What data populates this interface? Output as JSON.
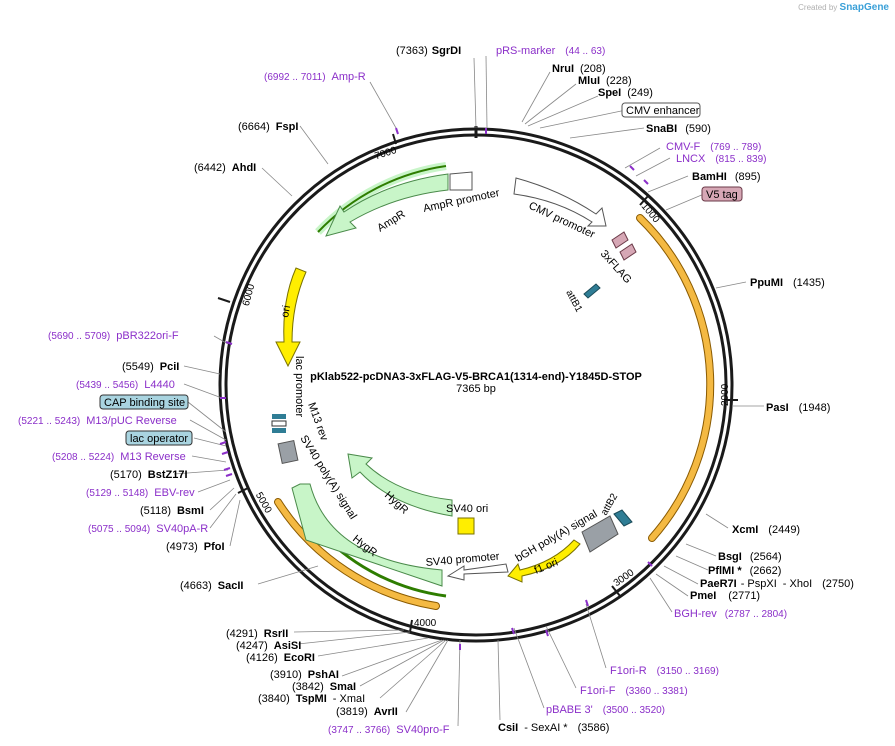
{
  "creator": {
    "prefix": "Created by",
    "brand": "SnapGene"
  },
  "plasmid": {
    "name": "pKlab522-pcDNA3-3xFLAG-V5-BRCA1(1314-end)-Y1845D-STOP",
    "length": "7365 bp"
  },
  "ring_ticks": [
    "1000",
    "2000",
    "3000",
    "4000",
    "5000",
    "6000",
    "7000"
  ],
  "enzymes": [
    {
      "name": "SgrDI",
      "pos": "(7363)"
    },
    {
      "name": "NruI",
      "pos": "(208)"
    },
    {
      "name": "MluI",
      "pos": "(228)"
    },
    {
      "name": "SpeI",
      "pos": "(249)"
    },
    {
      "name": "SnaBI",
      "pos": "(590)"
    },
    {
      "name": "BamHI",
      "pos": "(895)"
    },
    {
      "name": "PpuMI",
      "pos": "(1435)"
    },
    {
      "name": "PasI",
      "pos": "(1948)"
    },
    {
      "name": "XcmI",
      "pos": "(2449)"
    },
    {
      "name": "BsgI",
      "pos": "(2564)"
    },
    {
      "name": "PflMI *",
      "pos": "(2662)"
    },
    {
      "name": "PaeR7I",
      "sep1": "- PspXI",
      "sep2": "- XhoI",
      "pos": "(2750)"
    },
    {
      "name": "PmeI",
      "pos": "(2771)"
    },
    {
      "name": "CsiI",
      "sep1": "- SexAI *",
      "pos": "(3586)"
    },
    {
      "name": "AvrII",
      "pos": "(3819)"
    },
    {
      "name": "TspMI",
      "sep1": "- XmaI",
      "pos": "(3840)"
    },
    {
      "name": "SmaI",
      "pos": "(3842)"
    },
    {
      "name": "PshAI",
      "pos": "(3910)"
    },
    {
      "name": "EcoRI",
      "pos": "(4126)"
    },
    {
      "name": "AsiSI",
      "pos": "(4247)"
    },
    {
      "name": "RsrII",
      "pos": "(4291)"
    },
    {
      "name": "SacII",
      "pos": "(4663)"
    },
    {
      "name": "PfoI",
      "pos": "(4973)"
    },
    {
      "name": "BsmI",
      "pos": "(5118)"
    },
    {
      "name": "BstZ17I",
      "pos": "(5170)"
    },
    {
      "name": "PciI",
      "pos": "(5549)"
    },
    {
      "name": "AhdI",
      "pos": "(6442)"
    },
    {
      "name": "FspI",
      "pos": "(6664)"
    }
  ],
  "primers": [
    {
      "name": "pRS-marker",
      "range": "(44 .. 63)"
    },
    {
      "name": "CMV-F",
      "range": "(769 .. 789)"
    },
    {
      "name": "LNCX",
      "range": "(815 .. 839)"
    },
    {
      "name": "BGH-rev",
      "range": "(2787 .. 2804)"
    },
    {
      "name": "F1ori-R",
      "range": "(3150 .. 3169)"
    },
    {
      "name": "F1ori-F",
      "range": "(3360 .. 3381)"
    },
    {
      "name": "pBABE 3'",
      "range": "(3500 .. 3520)"
    },
    {
      "name": "SV40pro-F",
      "range": "(3747 .. 3766)"
    },
    {
      "name": "SV40pA-R",
      "range": "(5075 .. 5094)"
    },
    {
      "name": "EBV-rev",
      "range": "(5129 .. 5148)"
    },
    {
      "name": "M13 Reverse",
      "range": "(5208 .. 5224)"
    },
    {
      "name": "M13/pUC Reverse",
      "range": "(5221 .. 5243)"
    },
    {
      "name": "L4440",
      "range": "(5439 .. 5456)"
    },
    {
      "name": "pBR322ori-F",
      "range": "(5690 .. 5709)"
    },
    {
      "name": "Amp-R",
      "range": "(6992 .. 7011)"
    }
  ],
  "boxed_labels": {
    "cmv_enhancer": "CMV enhancer",
    "v5_tag": "V5 tag",
    "cap_site": "CAP binding site",
    "lac_operator": "lac operator"
  },
  "features": {
    "cmv_promoter": "CMV promoter",
    "flag": "3xFLAG",
    "attb1": "attB1",
    "attb2": "attB2",
    "bgh": "bGH poly(A) signal",
    "f1ori": "f1 ori",
    "sv40_promoter": "SV40 promoter",
    "sv40_ori": "SV40 ori",
    "hygr1": "HygR",
    "hygr2": "HygR",
    "sv40_polya": "SV40 poly(A) signal",
    "m13rev": "M13 rev",
    "lac_promoter": "lac promoter",
    "ori": "ori",
    "ampr": "AmpR",
    "ampr_promoter": "AmpR promoter"
  },
  "colors": {
    "backbone": "#1a1a1a",
    "orange_band": "#f4b942",
    "green_arrow": "#c8f5c8",
    "yellow": "#ffee00",
    "primer": "#8b2fc9",
    "pink": "#d6a7b5",
    "teal": "#2f7d95",
    "grey": "#9aa0a6",
    "label_blue": "#a9d4e0"
  }
}
